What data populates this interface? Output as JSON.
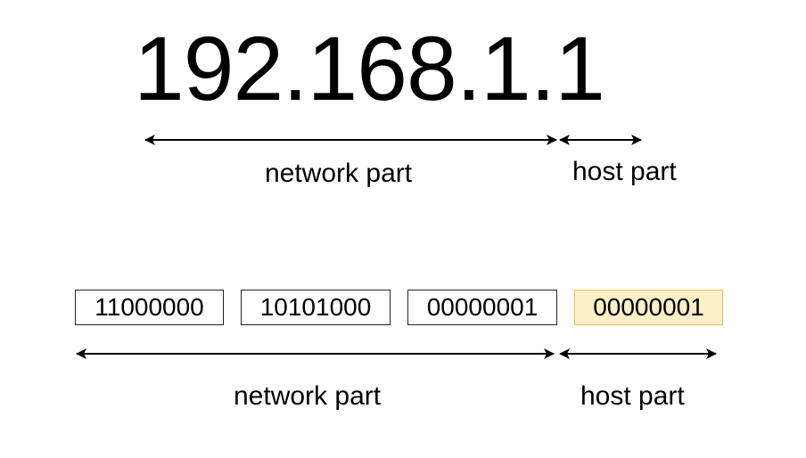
{
  "ip_address": "192.168.1.1",
  "top_labels": {
    "network": "network part",
    "host": "host part"
  },
  "octets": [
    {
      "bits": "11000000",
      "host": false
    },
    {
      "bits": "10101000",
      "host": false
    },
    {
      "bits": "00000001",
      "host": false
    },
    {
      "bits": "00000001",
      "host": true
    }
  ],
  "bottom_labels": {
    "network": "network part",
    "host": "host part"
  },
  "colors": {
    "host_fill": "#fdf0c7",
    "host_border": "#e0c25c",
    "line": "#000000"
  }
}
